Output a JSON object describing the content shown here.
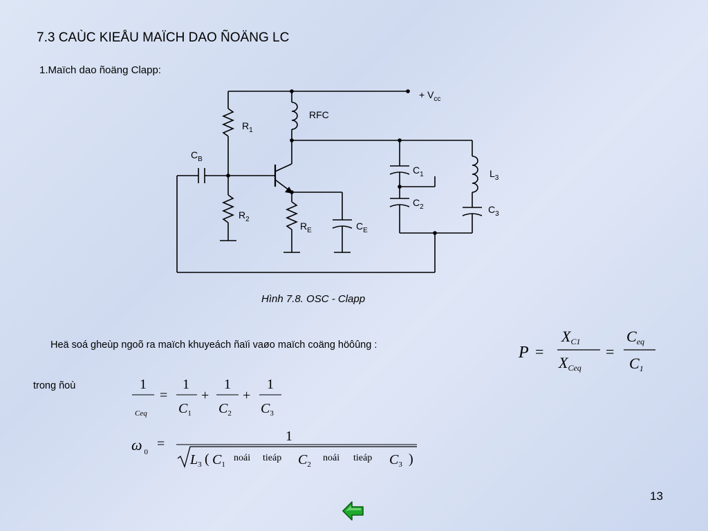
{
  "title": "7.3 CAÙC KIEÅU MAÏCH DAO ÑOÄNG LC",
  "subtitle": "1.Maïch dao ñoäng Clapp:",
  "circuit": {
    "vcc_plus": "+ V",
    "vcc_sub": "cc",
    "rfc": "RFC",
    "r1": "R",
    "r1_sub": "1",
    "cb": "C",
    "cb_sub": "B",
    "r2": "R",
    "r2_sub": "2",
    "re": "R",
    "re_sub": "E",
    "ce": "C",
    "ce_sub": "E",
    "c1": "C",
    "c1_sub": "1",
    "c2": "C",
    "c2_sub": "2",
    "l3": "L",
    "l3_sub": "3",
    "c3": "C",
    "c3_sub": "3"
  },
  "caption": "Hình 7.8. OSC - Clapp",
  "paragraph": "Heä soá gheùp ngoõ ra maïch khuyeách ñaïi vaøo maïch coäng höôûng :",
  "trong_label": "trong ñoù",
  "formula_p": {
    "p": "P",
    "eq1": "=",
    "xc": "X",
    "xc_sub": "C1",
    "xceq": "X",
    "xceq_sub": "Ceq",
    "eq2": "=",
    "ceq": "C",
    "ceq_sub": "eq",
    "c1": "C",
    "c1_sub": "1"
  },
  "formula_ceq": {
    "one": "1",
    "ceq_sub": "Ceq",
    "eq": "=",
    "plus": "+",
    "c1": "C",
    "s1": "1",
    "c2": "C",
    "s2": "2",
    "c3": "C",
    "s3": "3"
  },
  "formula_omega": {
    "omega": "ω",
    "omega_sub": "0",
    "eq": "=",
    "one": "1",
    "l": "L",
    "l_sub": "3",
    "open": "(",
    "c1": "C",
    "c1_sub": "1",
    "noai": "noái",
    "tiep": "tieáp",
    "c2": "C",
    "c2_sub": "2",
    "c3": "C",
    "c3_sub": "3",
    "close": ")"
  },
  "page_number": "13",
  "nav_icon": "green-back-arrow",
  "colors": {
    "arrow_fill": "#1faa2b",
    "arrow_stroke": "#0b5e12"
  }
}
